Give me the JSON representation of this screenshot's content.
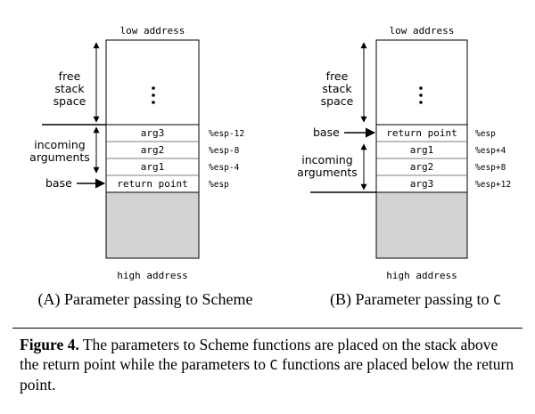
{
  "panels": [
    {
      "low_label": "low address",
      "high_label": "high address",
      "free_label": [
        "free",
        "stack",
        "space"
      ],
      "incoming_label": [
        "incoming",
        "arguments"
      ],
      "base_label": "base",
      "cells": [
        {
          "label": "arg3",
          "offset": "%esp-12"
        },
        {
          "label": "arg2",
          "offset": "%esp-8"
        },
        {
          "label": "arg1",
          "offset": "%esp-4"
        },
        {
          "label": "return point",
          "offset": "%esp"
        }
      ],
      "subcaption": "(A) Parameter passing to Scheme"
    },
    {
      "low_label": "low address",
      "high_label": "high address",
      "free_label": [
        "free",
        "stack",
        "space"
      ],
      "incoming_label": [
        "incoming",
        "arguments"
      ],
      "base_label": "base",
      "cells": [
        {
          "label": "return point",
          "offset": "%esp"
        },
        {
          "label": "arg1",
          "offset": "%esp+4"
        },
        {
          "label": "arg2",
          "offset": "%esp+8"
        },
        {
          "label": "arg3",
          "offset": "%esp+12"
        }
      ],
      "subcaption_text": "(B) Parameter passing to ",
      "subcaption_code": "C"
    }
  ],
  "caption": {
    "figure_label": "Figure 4.",
    "text_1": " The parameters to Scheme functions are placed on the stack above the return point while the parameters to ",
    "code_1": "C",
    "text_2": " functions are placed below the return point."
  },
  "colors": {
    "shaded": "#d3d3d3",
    "line": "#000000",
    "cell_line": "#555555"
  }
}
